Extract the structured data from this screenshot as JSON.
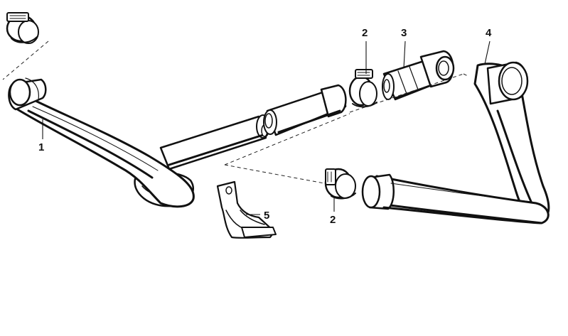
{
  "diagram": {
    "callouts": [
      {
        "id": "1",
        "label": "1",
        "part": "hose-1"
      },
      {
        "id": "2a",
        "label": "2",
        "part": "clamp-upper"
      },
      {
        "id": "3",
        "label": "3",
        "part": "t-connector"
      },
      {
        "id": "4",
        "label": "4",
        "part": "hose-4"
      },
      {
        "id": "2b",
        "label": "2",
        "part": "clamp-lower"
      },
      {
        "id": "5",
        "label": "5",
        "part": "bracket-5"
      }
    ],
    "colors": {
      "ink": "#111111",
      "paper": "#ffffff"
    }
  }
}
